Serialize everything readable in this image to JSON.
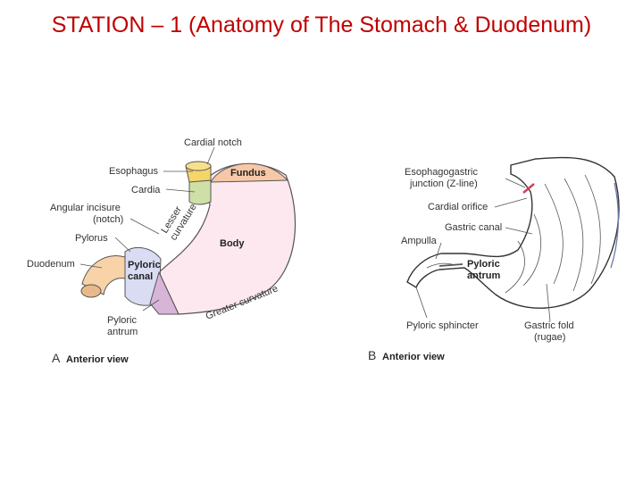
{
  "title": "STATION – 1 (Anatomy of The Stomach & Duodenum)",
  "panel_a": {
    "caption_letter": "A",
    "caption_text": "Anterior view",
    "labels": {
      "cardial_notch": "Cardial notch",
      "esophagus": "Esophagus",
      "cardia": "Cardia",
      "angular_incisure_1": "Angular incisure",
      "angular_incisure_2": "(notch)",
      "pylorus": "Pylorus",
      "duodenum": "Duodenum",
      "pyloric_canal_1": "Pyloric",
      "pyloric_canal_2": "canal",
      "pyloric_antrum_1": "Pyloric",
      "pyloric_antrum_2": "antrum",
      "fundus": "Fundus",
      "body": "Body",
      "lesser_curvature_1": "Lesser",
      "lesser_curvature_2": "curvature",
      "greater_curvature": "Greater curvature"
    }
  },
  "panel_b": {
    "caption_letter": "B",
    "caption_text": "Anterior view",
    "labels": {
      "egj_1": "Esophagogastric",
      "egj_2": "junction (Z-line)",
      "cardial_orifice": "Cardial orifice",
      "gastric_canal": "Gastric canal",
      "ampulla": "Ampulla",
      "pyloric_antrum_1": "Pyloric",
      "pyloric_antrum_2": "antrum",
      "pyloric_sphincter": "Pyloric sphincter",
      "gastric_fold_1": "Gastric fold",
      "gastric_fold_2": "(rugae)"
    }
  },
  "colors": {
    "title": "#c00000",
    "fundus": "#f7c8a8",
    "body": "#fde8ef",
    "cardia": "#cfe0a6",
    "esophagus": "#f3d56a",
    "pyloric_canal": "#d9dcf3",
    "pyloric_antrum": "#d8b4d8",
    "duodenum": "#f7d3a7"
  }
}
